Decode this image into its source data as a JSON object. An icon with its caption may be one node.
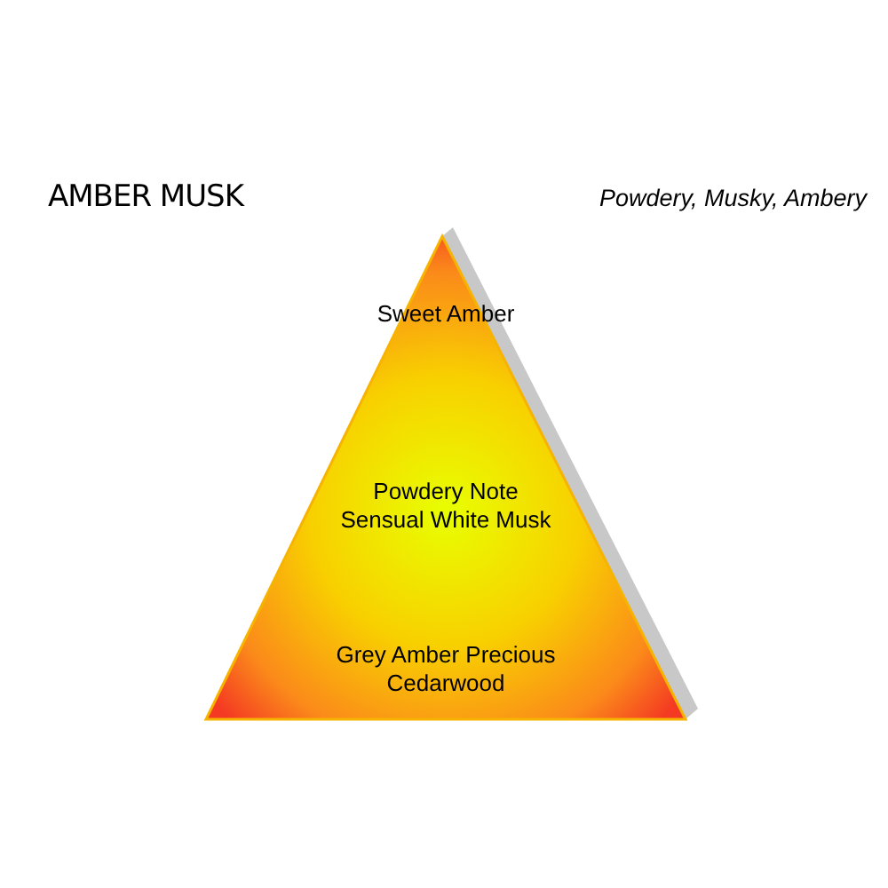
{
  "diagram": {
    "title": "AMBER MUSK",
    "nodes": [
      {
        "text": [
          "Sweet Amber",
          "Powdery Note Sensual White Musk",
          "Grey Amber Precious Cedarwood"
        ]
      }
    ],
    "labels": [
      "Powdery, Musky, Ambery"
    ]
  }
}
